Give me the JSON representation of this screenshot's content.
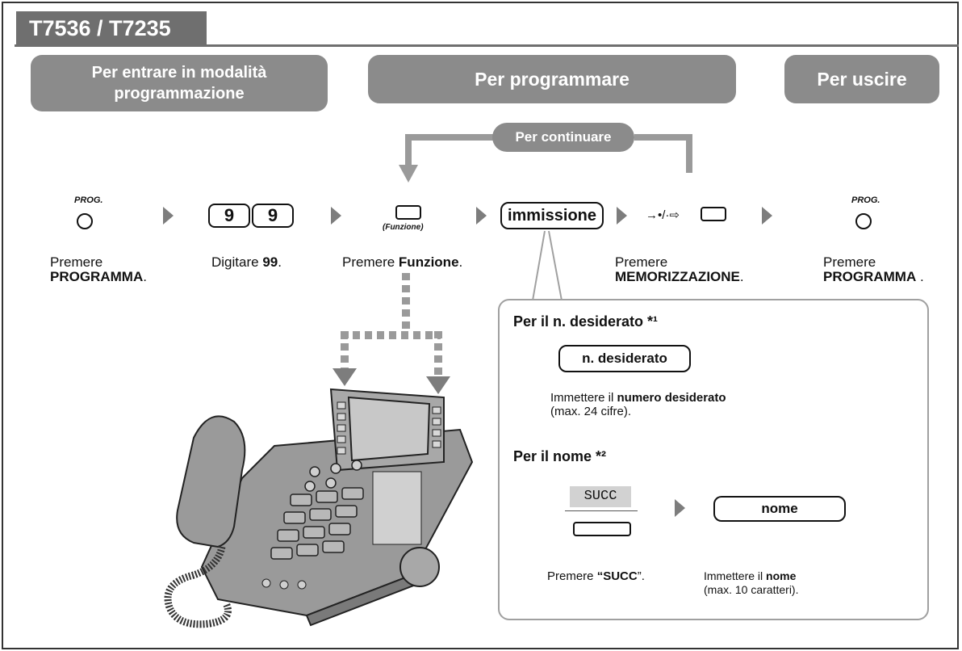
{
  "model": "T7536 / T7235",
  "sections": {
    "enter": "Per entrare in modalità programmazione",
    "program": "Per programmare",
    "exit": "Per uscire"
  },
  "continue_label": "Per continuare",
  "steps": {
    "prog_key_label": "PROG.",
    "step1_prefix": "Premere",
    "step1_bold": "PROGRAMMA",
    "step1_suffix": ".",
    "key_nine_1": "9",
    "key_nine_2": "9",
    "step2_prefix": "Digitare ",
    "step2_bold": "99",
    "step2_suffix": ".",
    "function_key_label": "(Funzione)",
    "step3_prefix": "Premere ",
    "step3_bold": "Funzione",
    "step3_suffix": ".",
    "entry_key": "immissione",
    "store_symbol": "→•/·⇨",
    "step5_prefix": "Premere",
    "step5_bold": "MEMORIZZAZIONE",
    "step5_suffix": ".",
    "exit_prog_key_label": "PROG.",
    "step6_prefix": "Premere",
    "step6_bold": "PROGRAMMA",
    "step6_suffix": " ."
  },
  "callout": {
    "number_header": "Per il n. desiderato *¹",
    "number_key": "n. desiderato",
    "number_desc_prefix": "Immettere il ",
    "number_desc_bold": "numero desiderato",
    "number_desc_limit": "(max. 24 cifre).",
    "name_header": "Per il nome *²",
    "succ_display": "SUCC",
    "name_key": "nome",
    "succ_desc_prefix": "Premere ",
    "succ_desc_bold": "“SUCC",
    "succ_desc_suffix": "”.",
    "name_desc_prefix": "Immettere il ",
    "name_desc_bold": "nome",
    "name_desc_limit": "(max. 10 caratteri)."
  },
  "colors": {
    "pill": "#8b8b8b",
    "tab": "#6f6f6f",
    "arrow": "#7d7d7d",
    "line": "#9a9a9a"
  },
  "icons": [
    "circle-button-icon",
    "step-arrow-icon",
    "telephone-icon",
    "down-arrow-icon"
  ]
}
